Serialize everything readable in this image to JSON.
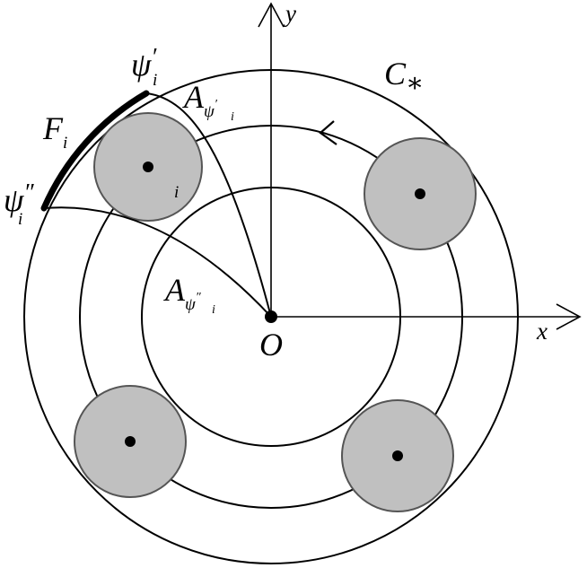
{
  "diagram": {
    "axis_x": "x",
    "axis_y": "y",
    "origin": "O",
    "curve_name": "C",
    "curve_star": "∗",
    "arc_F": "F",
    "arc_F_sub": "i",
    "disk_label": "i",
    "psi_symbol": "ψ",
    "psi_prime": "′",
    "psi_double_prime": "″",
    "psi_sub": "i",
    "area_symbol": "A",
    "colors": {
      "disk_fill": "#c0c0c0",
      "stroke": "#000000",
      "background": "#ffffff"
    }
  }
}
